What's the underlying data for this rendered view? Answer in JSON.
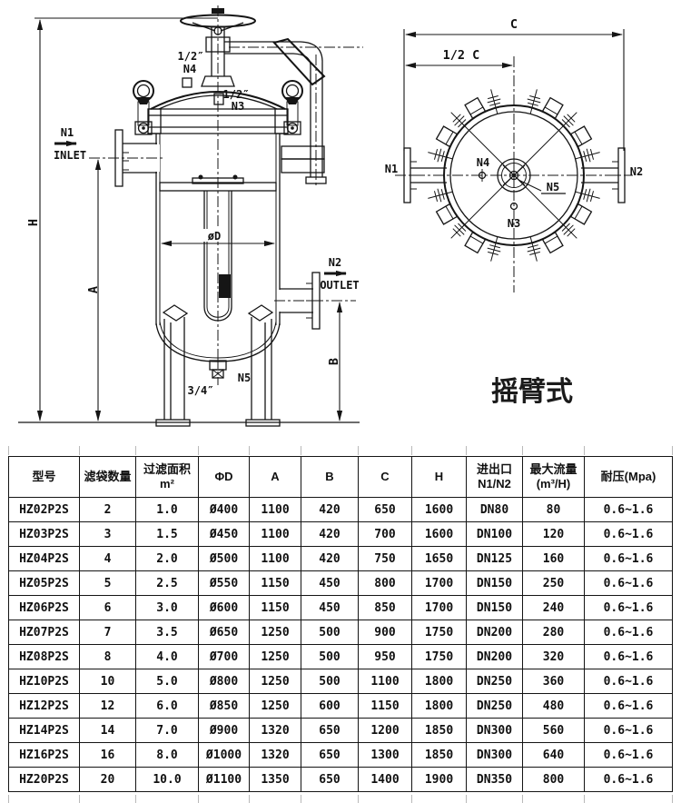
{
  "side": {
    "n1": "N1",
    "inlet": "INLET",
    "n2": "N2",
    "outlet": "OUTLET",
    "n4_size": "1/2″",
    "n4": "N4",
    "n3_size": "1/2″",
    "n3": "N3",
    "n5_size": "3/4″",
    "n5": "N5",
    "dim_h": "H",
    "dim_a": "A",
    "dim_b": "B",
    "dim_d": "øD"
  },
  "top": {
    "dim_c": "C",
    "dim_half_c": "1/2 C",
    "n1": "N1",
    "n2": "N2",
    "n3": "N3",
    "n4": "N4",
    "n5": "N5"
  },
  "caption": "摇臂式",
  "table": {
    "headers": [
      "型号",
      "滤袋数量",
      "过滤面积\nm²",
      "ΦD",
      "A",
      "B",
      "C",
      "H",
      "进出口\nN1/N2",
      "最大流量\n(m³/H)",
      "耐压(Mpa)"
    ],
    "rows": [
      [
        "HZ02P2S",
        "2",
        "1.0",
        "Ø400",
        "1100",
        "420",
        "650",
        "1600",
        "DN80",
        "80",
        "0.6~1.6"
      ],
      [
        "HZ03P2S",
        "3",
        "1.5",
        "Ø450",
        "1100",
        "420",
        "700",
        "1600",
        "DN100",
        "120",
        "0.6~1.6"
      ],
      [
        "HZ04P2S",
        "4",
        "2.0",
        "Ø500",
        "1100",
        "420",
        "750",
        "1650",
        "DN125",
        "160",
        "0.6~1.6"
      ],
      [
        "HZ05P2S",
        "5",
        "2.5",
        "Ø550",
        "1150",
        "450",
        "800",
        "1700",
        "DN150",
        "250",
        "0.6~1.6"
      ],
      [
        "HZ06P2S",
        "6",
        "3.0",
        "Ø600",
        "1150",
        "450",
        "850",
        "1700",
        "DN150",
        "240",
        "0.6~1.6"
      ],
      [
        "HZ07P2S",
        "7",
        "3.5",
        "Ø650",
        "1250",
        "500",
        "900",
        "1750",
        "DN200",
        "280",
        "0.6~1.6"
      ],
      [
        "HZ08P2S",
        "8",
        "4.0",
        "Ø700",
        "1250",
        "500",
        "950",
        "1750",
        "DN200",
        "320",
        "0.6~1.6"
      ],
      [
        "HZ10P2S",
        "10",
        "5.0",
        "Ø800",
        "1250",
        "500",
        "1100",
        "1800",
        "DN250",
        "360",
        "0.6~1.6"
      ],
      [
        "HZ12P2S",
        "12",
        "6.0",
        "Ø850",
        "1250",
        "600",
        "1150",
        "1800",
        "DN250",
        "480",
        "0.6~1.6"
      ],
      [
        "HZ14P2S",
        "14",
        "7.0",
        "Ø900",
        "1320",
        "650",
        "1200",
        "1850",
        "DN300",
        "560",
        "0.6~1.6"
      ],
      [
        "HZ16P2S",
        "16",
        "8.0",
        "Ø1000",
        "1320",
        "650",
        "1300",
        "1850",
        "DN300",
        "640",
        "0.6~1.6"
      ],
      [
        "HZ20P2S",
        "20",
        "10.0",
        "Ø1100",
        "1350",
        "650",
        "1400",
        "1900",
        "DN350",
        "800",
        "0.6~1.6"
      ]
    ]
  }
}
